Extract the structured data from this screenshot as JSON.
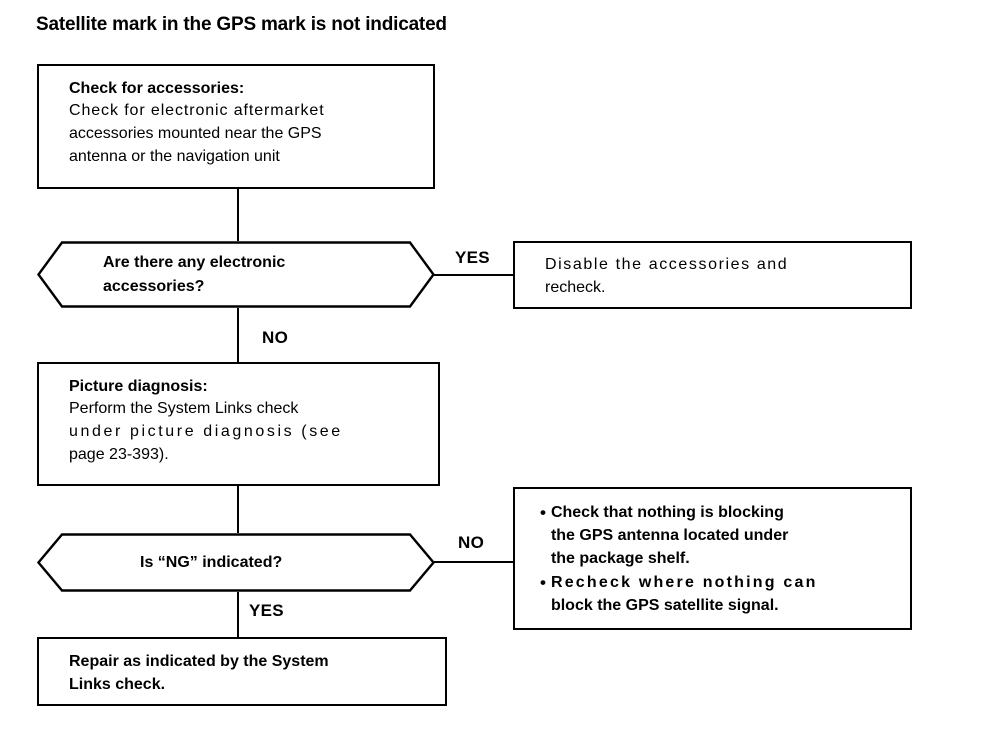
{
  "title": "Satellite mark in the GPS mark is not indicated",
  "nodes": {
    "check_accessories": {
      "heading": "Check for accessories:",
      "lines": [
        "Check for electronic aftermarket",
        "accessories mounted near the GPS",
        "antenna or the navigation unit"
      ]
    },
    "decision_accessories": {
      "lines": [
        "Are there any electronic",
        "accessories?"
      ]
    },
    "disable_accessories": {
      "lines": [
        "Disable  the  accessories  and",
        "recheck."
      ]
    },
    "picture_diagnosis": {
      "heading": "Picture diagnosis:",
      "lines": [
        "Perform the System Links check",
        "under picture diagnosis (see",
        "page 23-393)."
      ]
    },
    "decision_ng": {
      "lines": [
        "Is “NG” indicated?"
      ]
    },
    "blocking_checks": {
      "bullets": [
        {
          "marker": "•",
          "lines": [
            "Check that nothing is blocking",
            "the GPS antenna located under",
            "the package shelf."
          ]
        },
        {
          "marker": "•",
          "lines": [
            "Recheck  where  nothing  can",
            "block the GPS satellite signal."
          ]
        }
      ]
    },
    "repair": {
      "lines": [
        "Repair as indicated by the System",
        "Links check."
      ]
    }
  },
  "edges": {
    "accessories_yes": "YES",
    "accessories_no": "NO",
    "ng_no": "NO",
    "ng_yes": "YES"
  },
  "colors": {
    "line": "#000000",
    "background": "#ffffff",
    "text": "#000000"
  }
}
